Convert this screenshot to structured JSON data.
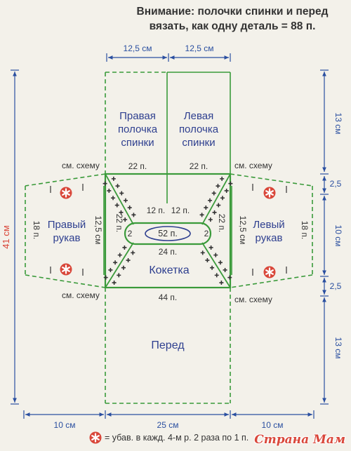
{
  "header": {
    "line1": "Внимание: полочки спинки и перед",
    "line2": "вязать, как одну деталь = 88 п."
  },
  "dimensions": {
    "top_left": "12,5 см",
    "top_right": "12,5 см",
    "left_total": "41 см",
    "right_top": "13 см",
    "right_2_5_top": "2,5",
    "right_middle": "10 см",
    "right_2_5_bottom": "2,5",
    "right_bottom": "13 см",
    "bottom_left": "10 см",
    "bottom_center": "25 см",
    "bottom_right": "10 см"
  },
  "parts": {
    "right_back_l1": "Правая",
    "right_back_l2": "полочка",
    "right_back_l3": "спинки",
    "left_back_l1": "Левая",
    "left_back_l2": "полочка",
    "left_back_l3": "спинки",
    "right_sleeve_l1": "Правый",
    "right_sleeve_l2": "рукав",
    "left_sleeve_l1": "Левый",
    "left_sleeve_l2": "рукав",
    "yoke": "Кокетка",
    "front": "Перед"
  },
  "stitches": {
    "back_left": "22 п.",
    "back_right": "22 п.",
    "inner_left_12": "12 п.",
    "inner_right_12": "12 п.",
    "center_52": "52 п.",
    "side_2_left": "2",
    "side_2_right": "2",
    "bottom_24": "24 п.",
    "yoke_bottom_44": "44 п.",
    "yoke_left_22": "22 п.",
    "yoke_right_22": "22 п.",
    "yoke_left_12_5": "12,5 см",
    "yoke_right_12_5": "12,5 см",
    "sleeve_left_18": "18 п.",
    "sleeve_right_18": "18 п."
  },
  "notes": {
    "see_chart_tl": "см. схему",
    "see_chart_tr": "см. схему",
    "see_chart_bl": "см. схему",
    "see_chart_br": "см. схему",
    "legend": "= убав. в кажд. 4-м р. 2 раза по 1 п."
  },
  "watermark": "Страна Мам",
  "colors": {
    "outline_green": "#3a9a3a",
    "dimension_blue": "#2a4fa0",
    "label_navy": "#2e3f8f",
    "decrease_red": "#d9473a",
    "text_dark": "#333333"
  },
  "icons": [
    "decrease-marker-icon",
    "plus-mark-icon"
  ]
}
